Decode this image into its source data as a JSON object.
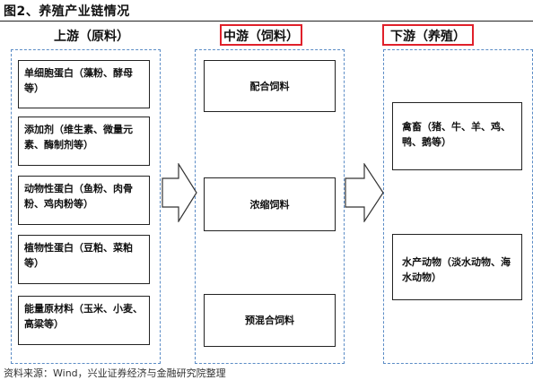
{
  "figure_title": "图2、养殖产业链情况",
  "columns": {
    "upstream": {
      "header": "上游（原料）",
      "items": [
        "单细胞蛋白（藻粉、酵母等）",
        "添加剂（维生素、微量元素、酶制剂等）",
        "动物性蛋白（鱼粉、肉骨粉、鸡肉粉等）",
        "植物性蛋白（豆粕、菜粕等）",
        "能量原材料（玉米、小麦、高粱等）"
      ]
    },
    "midstream": {
      "header": "中游（饲料）",
      "items": [
        "配合饲料",
        "浓缩饲料",
        "预混合饲料"
      ]
    },
    "downstream": {
      "header": "下游（养殖）",
      "items": [
        "禽畜（猪、牛、羊、鸡、鸭、鹅等）",
        "水产动物（淡水动物、海水动物）"
      ]
    }
  },
  "source": "资料来源：Wind，兴业证券经济与金融研究院整理",
  "colors": {
    "header_box": "#e0202a",
    "dashed_border": "#5b8cc6",
    "line": "#222222"
  }
}
